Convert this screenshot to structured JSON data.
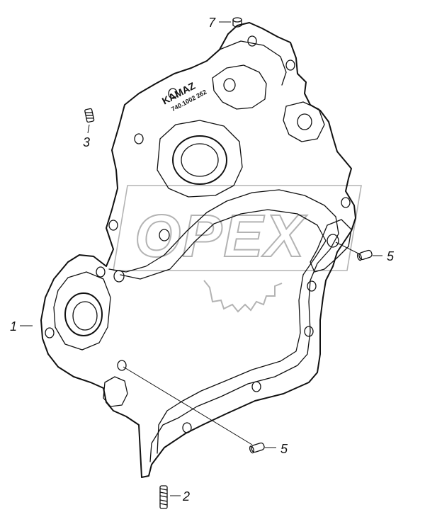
{
  "diagram": {
    "watermark_text": "OPEX",
    "cast_marking_line1": "KAMAZ",
    "cast_marking_line2": "740.1002 262",
    "callouts": [
      {
        "id": "callout-1",
        "label": "1",
        "part": "timing-gear-cover"
      },
      {
        "id": "callout-2",
        "label": "2",
        "part": "stud"
      },
      {
        "id": "callout-3",
        "label": "3",
        "part": "stud"
      },
      {
        "id": "callout-5a",
        "label": "5",
        "part": "dowel-pin"
      },
      {
        "id": "callout-5b",
        "label": "5",
        "part": "dowel-pin"
      },
      {
        "id": "callout-7",
        "label": "7",
        "part": "plug"
      }
    ]
  }
}
